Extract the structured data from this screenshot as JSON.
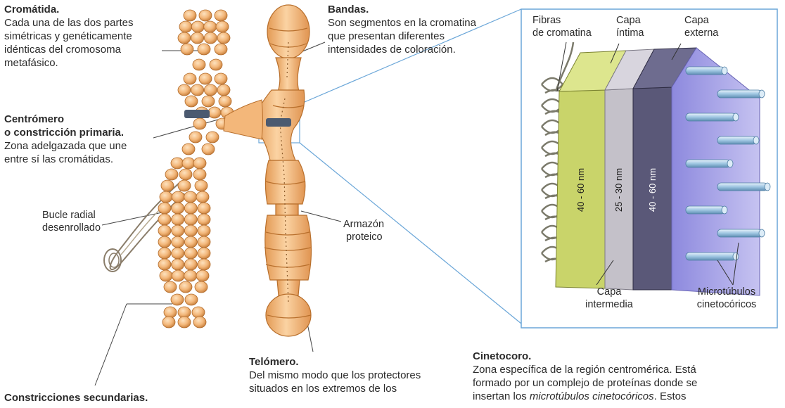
{
  "cromatida": {
    "title": "Cromátida.",
    "lines": [
      "Cada una de las dos partes",
      "simétricas y genéticamente",
      "idénticas del cromosoma",
      "metafásico."
    ]
  },
  "centromero": {
    "title1": "Centrómero",
    "title2": "o constricción primaria.",
    "lines": [
      "Zona adelgazada que une",
      "entre sí las cromátidas."
    ]
  },
  "bucle": {
    "lines": [
      "Bucle radial",
      "desenrollado"
    ]
  },
  "constricciones": {
    "title": "Constricciones secundarias."
  },
  "bandas": {
    "title": "Bandas.",
    "lines": [
      "Son segmentos en la cromatina",
      "que presentan diferentes",
      "intensidades de coloración."
    ]
  },
  "armazon": {
    "lines": [
      "Armazón",
      "proteico"
    ]
  },
  "telomero": {
    "title": "Telómero.",
    "lines": [
      "Del mismo modo que los protectores",
      "situados en los extremos de los"
    ]
  },
  "cinetocoro": {
    "title": "Cinetocoro.",
    "line1": "Zona específica de la región centromérica. Está",
    "line2": "formado por un complejo de proteínas donde se",
    "line3_pre": "insertan los ",
    "line3_em": "microtúbulos cinetocóricos",
    "line3_post": ". Estos"
  },
  "inset": {
    "fibras": [
      "Fibras",
      "de cromatina"
    ],
    "capa_intima": [
      "Capa",
      "íntima"
    ],
    "capa_externa": [
      "Capa",
      "externa"
    ],
    "capa_intermedia": [
      "Capa",
      "intermedia"
    ],
    "microtubulos": [
      "Microtúbulos",
      "cinetocóricos"
    ],
    "measure_1": "40 - 60 nm",
    "measure_2": "25 - 30 nm",
    "measure_3": "40 - 60 nm"
  },
  "colors": {
    "chromatid": "#f3b77a",
    "chromatid_dark": "#b86f2c",
    "inset_border": "#6aa6d8",
    "layer_inner": "#c9d46a",
    "layer_mid": "#c4c1c9",
    "layer_outer": "#5a5878",
    "plate": "#a9a6e8",
    "tubule": "#9fc6e2"
  }
}
